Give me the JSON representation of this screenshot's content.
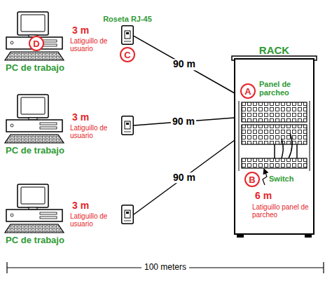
{
  "diagram": {
    "nodes": [
      {
        "text": [
          "PC de trabajo"
        ]
      },
      {
        "text": [
          "D"
        ],
        "in": 0
      },
      {
        "text": [
          "Roseta RJ-45"
        ]
      },
      {
        "text": [
          "C"
        ],
        "in": 2
      },
      {
        "text": [
          "RACK"
        ]
      },
      {
        "text": [
          "A"
        ],
        "in": 4
      },
      {
        "text": [
          "B"
        ],
        "in": 4
      },
      {
        "text": [
          "PC de trabajo"
        ]
      },
      {
        "text": [
          "PC de trabajo"
        ]
      }
    ],
    "edges": [
      {
        "from": 2,
        "to": 4,
        "label": "90 m",
        "arrow": "none"
      }
    ],
    "labels": [
      "3 m",
      "Latiguillo de usuario",
      "3 m",
      "Latiguillo de usuario",
      "90 m",
      "3 m",
      "Latiguillo de usuario",
      "90 m",
      "Panel de parcheo",
      "Switch",
      "6 m",
      "Latiguillo panel de parcheo",
      "100 meters"
    ]
  }
}
